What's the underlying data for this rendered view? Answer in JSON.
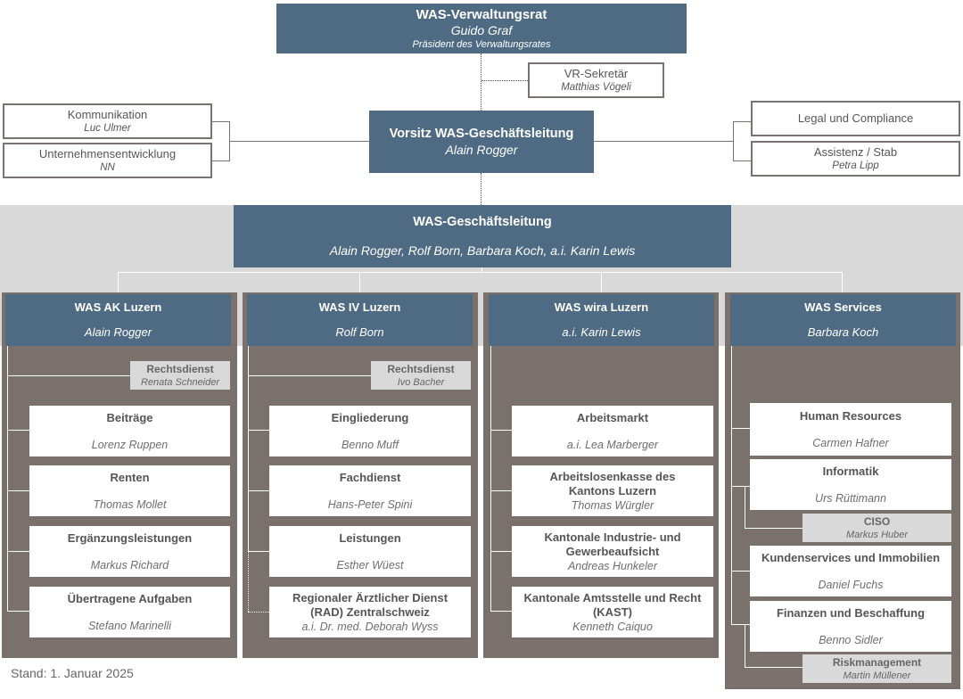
{
  "board": {
    "title": "WAS-Verwaltungsrat",
    "name": "Guido Graf",
    "role": "Präsident des Verwaltungsrates"
  },
  "secretary": {
    "title": "VR-Sekretär",
    "name": "Matthias Vögeli"
  },
  "chair": {
    "title": "Vorsitz WAS-Geschäftsleitung",
    "name": "Alain Rogger"
  },
  "left_staff": [
    {
      "title": "Kommunikation",
      "name": "Luc Ulmer"
    },
    {
      "title": "Unternehmensentwicklung",
      "name": "NN"
    }
  ],
  "right_staff": [
    {
      "title": "Legal und Compliance",
      "name": ""
    },
    {
      "title": "Assistenz / Stab",
      "name": "Petra Lipp"
    }
  ],
  "management": {
    "title": "WAS-Geschäftsleitung",
    "names": "Alain Rogger, Rolf Born, Barbara Koch, a.i. Karin Lewis"
  },
  "columns": [
    {
      "title": "WAS AK Luzern",
      "head": "Alain Rogger",
      "legal": {
        "title": "Rechtsdienst",
        "name": "Renata Schneider"
      },
      "units": [
        {
          "title": "Beiträge",
          "name": "Lorenz Ruppen"
        },
        {
          "title": "Renten",
          "name": "Thomas Mollet"
        },
        {
          "title": "Ergänzungsleistungen",
          "name": "Markus Richard"
        },
        {
          "title": "Übertragene Aufgaben",
          "name": "Stefano Marinelli"
        }
      ]
    },
    {
      "title": "WAS IV Luzern",
      "head": "Rolf Born",
      "legal": {
        "title": "Rechtsdienst",
        "name": "Ivo Bacher"
      },
      "units": [
        {
          "title": "Eingliederung",
          "name": "Benno Muff"
        },
        {
          "title": "Fachdienst",
          "name": "Hans-Peter Spini"
        },
        {
          "title": "Leistungen",
          "name": "Esther Wüest"
        },
        {
          "title": "Regionaler Ärztlicher Dienst (RAD) Zentralschweiz",
          "name": "a.i. Dr. med. Deborah Wyss"
        }
      ]
    },
    {
      "title": "WAS wira Luzern",
      "head": "a.i. Karin Lewis",
      "units": [
        {
          "title": "Arbeitsmarkt",
          "name": "a.i. Lea Marberger"
        },
        {
          "title": "Arbeitslosenkasse des Kantons Luzern",
          "name": "Thomas Würgler"
        },
        {
          "title": "Kantonale Industrie- und Gewerbeaufsicht",
          "name": "Andreas Hunkeler"
        },
        {
          "title": "Kantonale Amtsstelle und Recht (KAST)",
          "name": "Kenneth Caiquo"
        }
      ]
    },
    {
      "title": "WAS Services",
      "head": "Barbara Koch",
      "units": [
        {
          "title": "Human Resources",
          "name": "Carmen Hafner"
        },
        {
          "title": "Informatik",
          "name": "Urs Rüttimann"
        },
        {
          "title": "Kundenservices und Immobilien",
          "name": "Daniel Fuchs"
        },
        {
          "title": "Finanzen und Beschaffung",
          "name": "Benno Sidler"
        }
      ],
      "subs": [
        {
          "title": "CISO",
          "name": "Markus Huber"
        },
        {
          "title": "Riskmanagement",
          "name": "Martin Müllener"
        }
      ]
    }
  ],
  "footer": "Stand: 1. Januar 2025"
}
